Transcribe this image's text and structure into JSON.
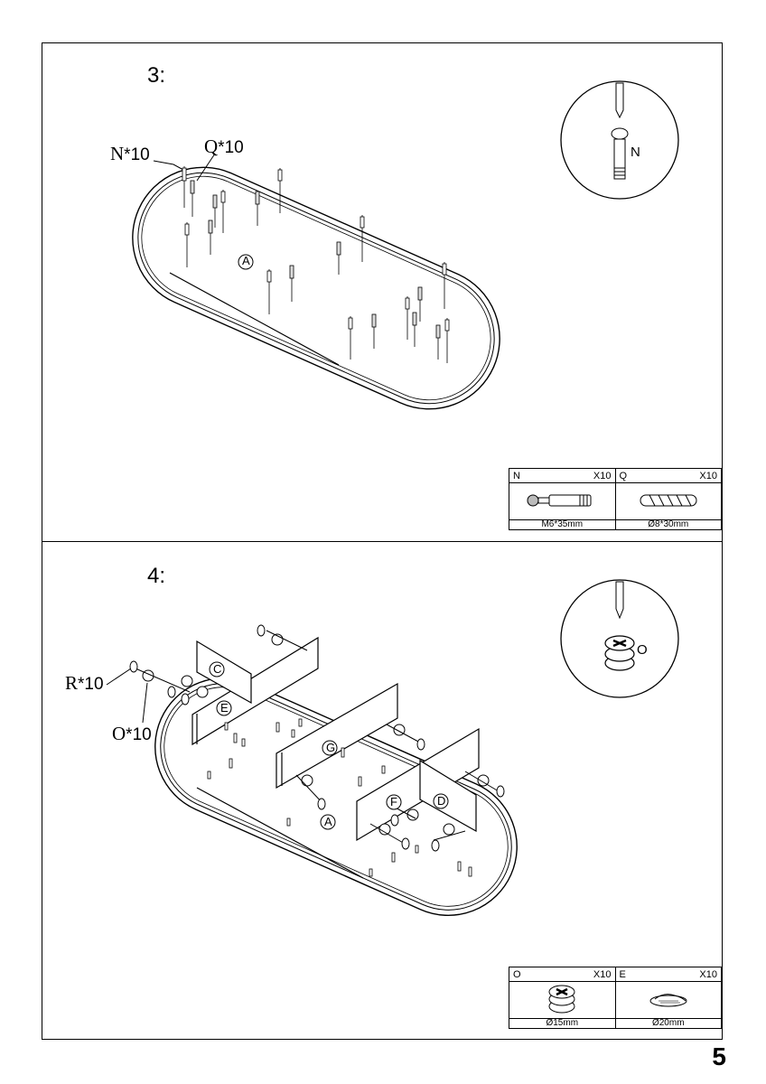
{
  "page_number": "5",
  "steps": [
    {
      "number": "3:",
      "callouts": [
        {
          "letter": "N",
          "qty": "*10"
        },
        {
          "letter": "Q",
          "qty": "*10"
        }
      ],
      "panel_labels": [
        "A"
      ],
      "detail_label": "N",
      "parts": [
        {
          "code": "N",
          "qty": "X10",
          "size": "M6*35mm",
          "icon": "cam-bolt-icon"
        },
        {
          "code": "Q",
          "qty": "X10",
          "size": "Ø8*30mm",
          "icon": "wooden-dowel-icon"
        }
      ]
    },
    {
      "number": "4:",
      "callouts": [
        {
          "letter": "R",
          "qty": "*10"
        },
        {
          "letter": "O",
          "qty": "*10"
        }
      ],
      "panel_labels": [
        "C",
        "E",
        "G",
        "F",
        "D",
        "A"
      ],
      "detail_label": "O",
      "parts": [
        {
          "code": "O",
          "qty": "X10",
          "size": "Ø15mm",
          "icon": "cam-lock-icon"
        },
        {
          "code": "E",
          "qty": "X10",
          "size": "Ø20mm",
          "icon": "cover-cap-icon"
        }
      ]
    }
  ]
}
